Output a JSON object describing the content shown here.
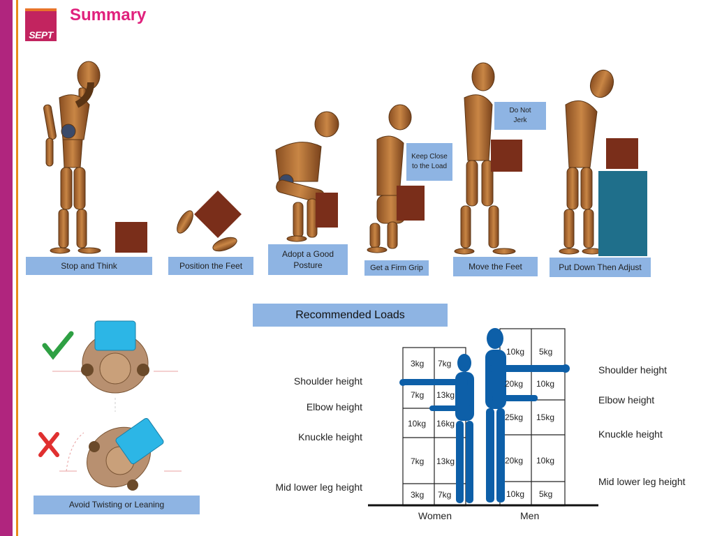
{
  "header": {
    "title": "Summary",
    "logo_text": "SEPT"
  },
  "steps": [
    {
      "label": "Stop and Think"
    },
    {
      "label": "Position the Feet"
    },
    {
      "label": "Adopt a Good Posture"
    },
    {
      "label": "Get a Firm Grip"
    },
    {
      "label": "Move the Feet"
    },
    {
      "label": "Put Down Then Adjust"
    }
  ],
  "notes": {
    "keep_close": "Keep Close to the Load",
    "do_not_jerk": "Do Not Jerk"
  },
  "twisting": {
    "caption": "Avoid Twisting or Leaning",
    "check_color": "#2ea043",
    "cross_color": "#e03030"
  },
  "loads": {
    "title": "Recommended Loads",
    "heights_left": [
      "Shoulder height",
      "Elbow height",
      "Knuckle height",
      "Mid lower leg height"
    ],
    "heights_right": [
      "Shoulder height",
      "Elbow height",
      "Knuckle height",
      "Mid lower leg height"
    ],
    "women": {
      "label": "Women",
      "rows": [
        [
          "3kg",
          "7kg"
        ],
        [
          "7kg",
          "13kg"
        ],
        [
          "10kg",
          "16kg"
        ],
        [
          "7kg",
          "13kg"
        ],
        [
          "3kg",
          "7kg"
        ]
      ]
    },
    "men": {
      "label": "Men",
      "rows": [
        [
          "10kg",
          "5kg"
        ],
        [
          "20kg",
          "10kg"
        ],
        [
          "25kg",
          "15kg"
        ],
        [
          "20kg",
          "10kg"
        ],
        [
          "10kg",
          "5kg"
        ]
      ]
    }
  },
  "colors": {
    "caption_bg": "#8eb4e3",
    "figure_blue": "#0d5fa8",
    "mannequin": "#b5733a",
    "box": "#7a2e1a",
    "teal_block": "#1f6f8b"
  }
}
